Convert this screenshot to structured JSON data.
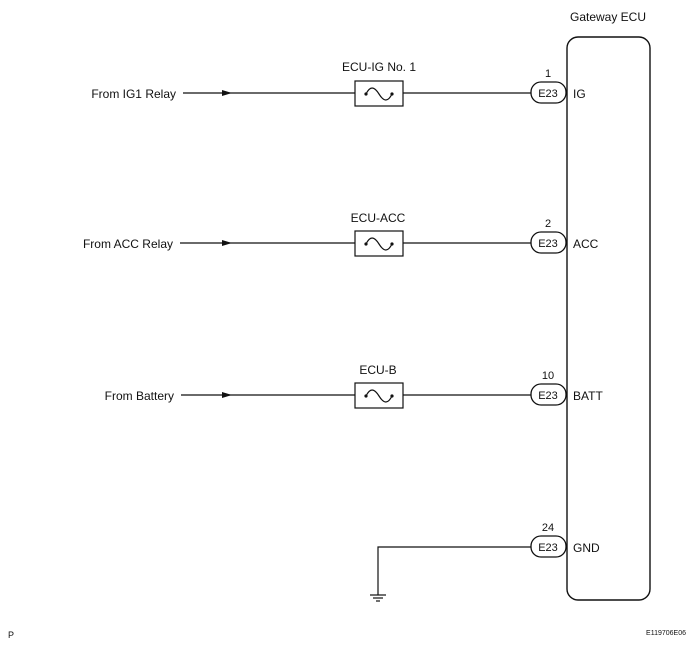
{
  "ecu_title": "Gateway ECU",
  "circuits": [
    {
      "source": "From IG1 Relay",
      "fuse": "ECU-IG No. 1",
      "pin": "1",
      "connector": "E23",
      "signal": "IG"
    },
    {
      "source": "From ACC Relay",
      "fuse": "ECU-ACC",
      "pin": "2",
      "connector": "E23",
      "signal": "ACC"
    },
    {
      "source": "From Battery",
      "fuse": "ECU-B",
      "pin": "10",
      "connector": "E23",
      "signal": "BATT"
    }
  ],
  "ground": {
    "pin": "24",
    "connector": "E23",
    "signal": "GND"
  },
  "footer_left": "P",
  "footer_right": "E119706E06"
}
